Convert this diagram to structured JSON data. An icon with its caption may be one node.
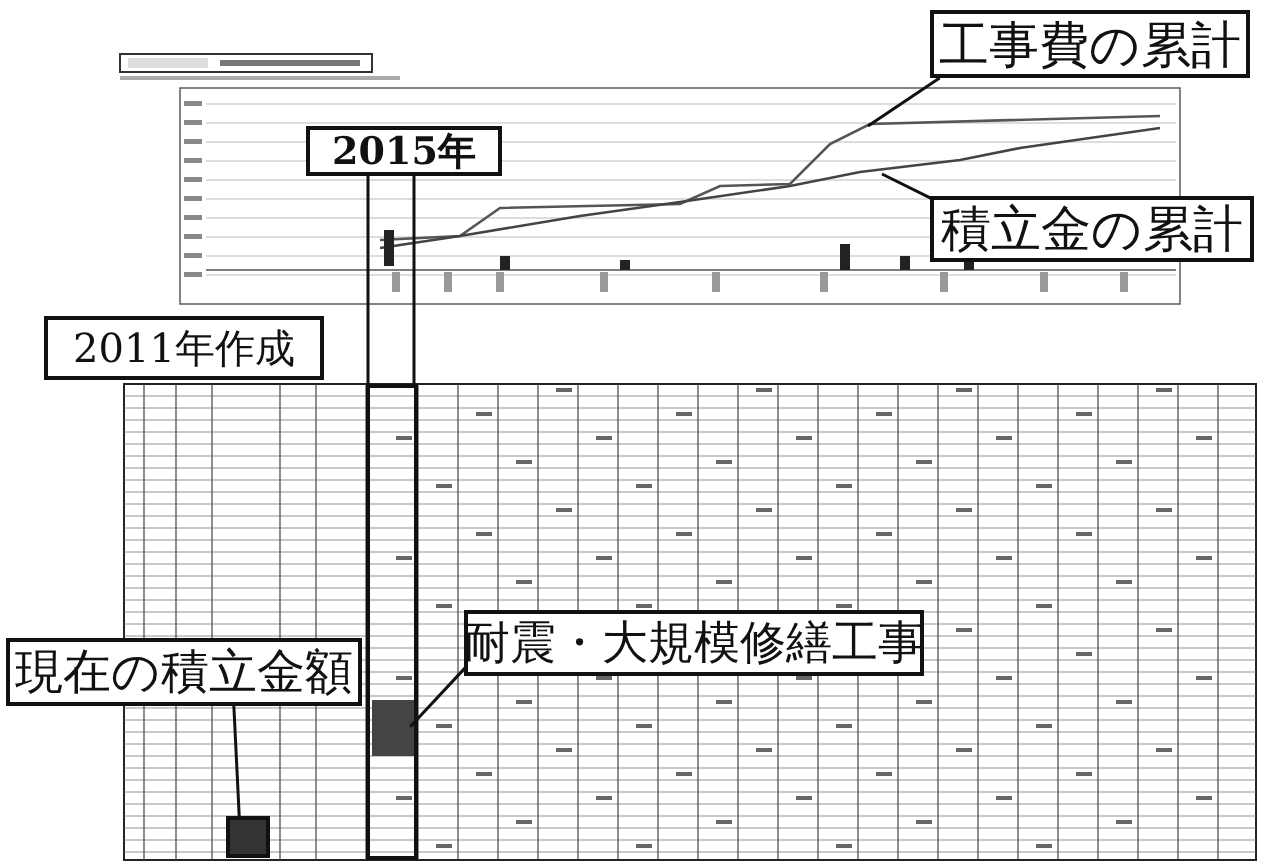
{
  "diagram": {
    "nodes": [
      {
        "text": [
          "工事費の累計"
        ]
      },
      {
        "text": [
          "積立金の累計"
        ]
      },
      {
        "text": [
          "2015年"
        ]
      },
      {
        "text": [
          "2011年作成"
        ]
      },
      {
        "text": [
          "耐震・大規模修繕工事"
        ]
      },
      {
        "text": [
          "現在の積立金額"
        ]
      },
      {
        "text": [],
        "shape": "box"
      },
      {
        "text": [],
        "shape": "box"
      }
    ],
    "edges": [
      {
        "from": 0,
        "to": null,
        "arrow": "none"
      },
      {
        "from": 1,
        "to": null,
        "arrow": "none"
      },
      {
        "from": 2,
        "to": 6,
        "arrow": "none"
      },
      {
        "from": 4,
        "to": 6,
        "arrow": "none"
      },
      {
        "from": 5,
        "to": 7,
        "arrow": "none"
      }
    ]
  }
}
